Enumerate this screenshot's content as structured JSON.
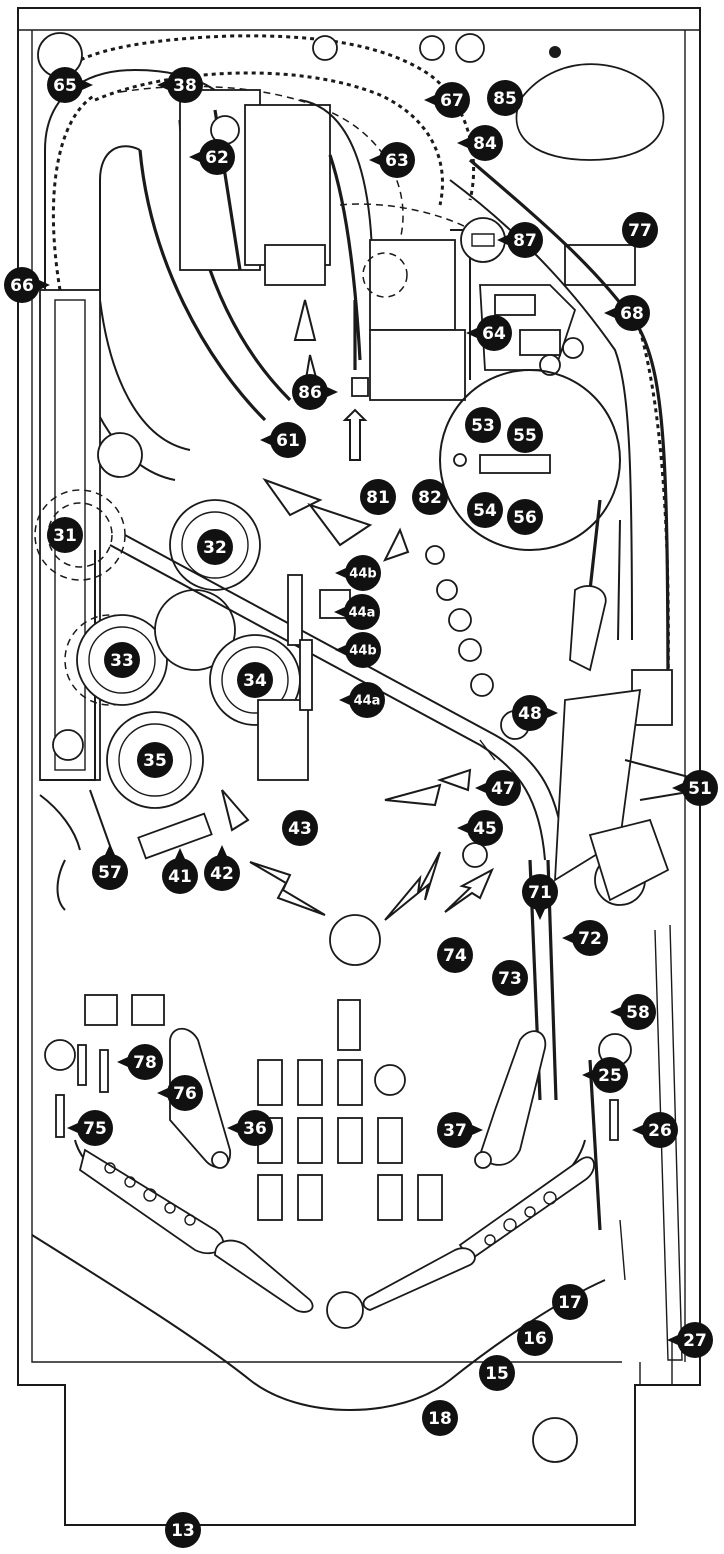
{
  "callouts": [
    {
      "id": "c13",
      "label": "13"
    },
    {
      "id": "c15",
      "label": "15"
    },
    {
      "id": "c16",
      "label": "16"
    },
    {
      "id": "c17",
      "label": "17"
    },
    {
      "id": "c18",
      "label": "18"
    },
    {
      "id": "c25",
      "label": "25"
    },
    {
      "id": "c26",
      "label": "26"
    },
    {
      "id": "c27",
      "label": "27"
    },
    {
      "id": "c31",
      "label": "31"
    },
    {
      "id": "c32",
      "label": "32"
    },
    {
      "id": "c33",
      "label": "33"
    },
    {
      "id": "c34",
      "label": "34"
    },
    {
      "id": "c35",
      "label": "35"
    },
    {
      "id": "c36",
      "label": "36"
    },
    {
      "id": "c37",
      "label": "37"
    },
    {
      "id": "c38",
      "label": "38"
    },
    {
      "id": "c41",
      "label": "41"
    },
    {
      "id": "c42",
      "label": "42"
    },
    {
      "id": "c43",
      "label": "43"
    },
    {
      "id": "c44a1",
      "label": "44a"
    },
    {
      "id": "c44a2",
      "label": "44a"
    },
    {
      "id": "c44b1",
      "label": "44b"
    },
    {
      "id": "c44b2",
      "label": "44b"
    },
    {
      "id": "c45",
      "label": "45"
    },
    {
      "id": "c47",
      "label": "47"
    },
    {
      "id": "c48",
      "label": "48"
    },
    {
      "id": "c51",
      "label": "51"
    },
    {
      "id": "c53",
      "label": "53"
    },
    {
      "id": "c54",
      "label": "54"
    },
    {
      "id": "c55",
      "label": "55"
    },
    {
      "id": "c56",
      "label": "56"
    },
    {
      "id": "c57",
      "label": "57"
    },
    {
      "id": "c58",
      "label": "58"
    },
    {
      "id": "c61",
      "label": "61"
    },
    {
      "id": "c62",
      "label": "62"
    },
    {
      "id": "c63",
      "label": "63"
    },
    {
      "id": "c64",
      "label": "64"
    },
    {
      "id": "c65",
      "label": "65"
    },
    {
      "id": "c66",
      "label": "66"
    },
    {
      "id": "c67",
      "label": "67"
    },
    {
      "id": "c68",
      "label": "68"
    },
    {
      "id": "c71",
      "label": "71"
    },
    {
      "id": "c72",
      "label": "72"
    },
    {
      "id": "c73",
      "label": "73"
    },
    {
      "id": "c74",
      "label": "74"
    },
    {
      "id": "c75",
      "label": "75"
    },
    {
      "id": "c76",
      "label": "76"
    },
    {
      "id": "c77",
      "label": "77"
    },
    {
      "id": "c78",
      "label": "78"
    },
    {
      "id": "c81",
      "label": "81"
    },
    {
      "id": "c82",
      "label": "82"
    },
    {
      "id": "c84",
      "label": "84"
    },
    {
      "id": "c85",
      "label": "85"
    },
    {
      "id": "c86",
      "label": "86"
    },
    {
      "id": "c87",
      "label": "87"
    }
  ]
}
